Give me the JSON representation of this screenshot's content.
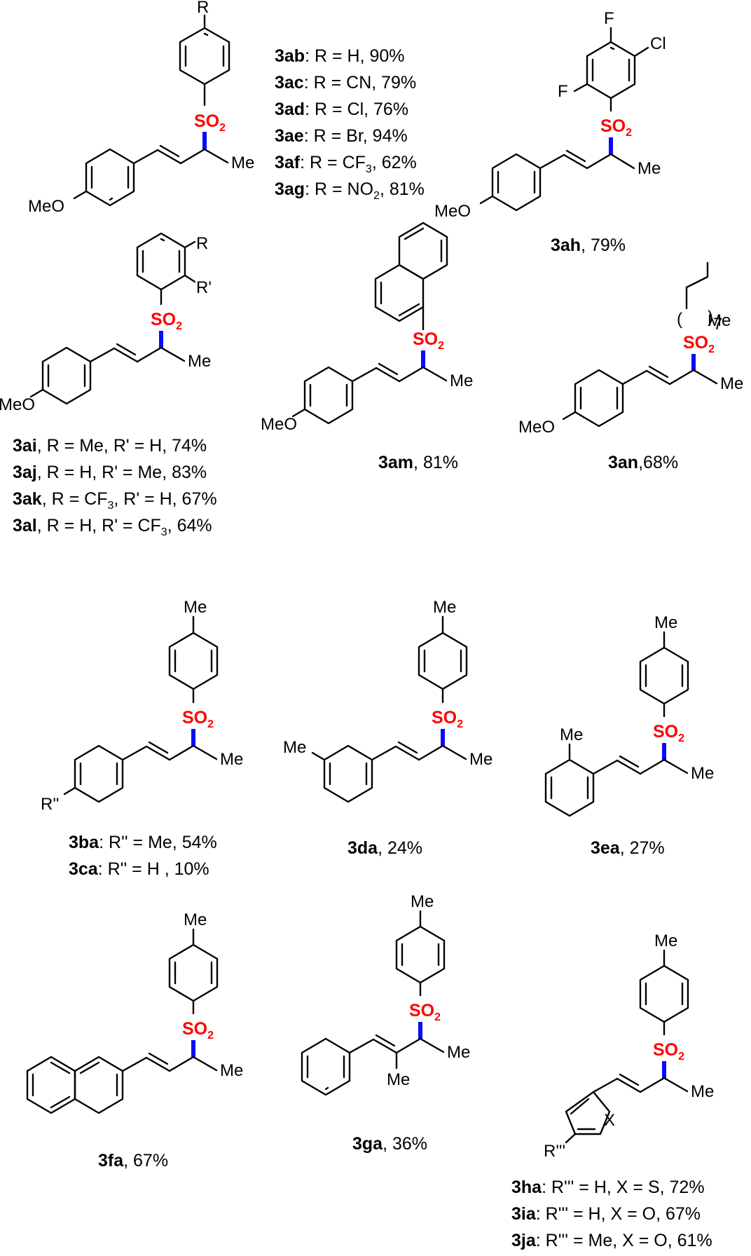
{
  "structures": [
    {
      "id": "s1",
      "sub_labels": {
        "r": "R",
        "ome": "MeO",
        "me": "Me"
      },
      "caption_lines": [
        {
          "code": "3ab",
          "text": ": R = H,   90%"
        },
        {
          "code": "3ac",
          "text": ": R = CN, 79%"
        },
        {
          "code": "3ad",
          "text": ": R = Cl,   76%"
        },
        {
          "code": "3ae",
          "text": ": R = Br,   94%"
        },
        {
          "code": "3af",
          "text_parts": [
            ":  R = CF",
            "3",
            ", 62%"
          ]
        },
        {
          "code": "3ag",
          "text_parts": [
            ": R = NO",
            "2",
            ", 81%"
          ]
        }
      ]
    },
    {
      "id": "s2",
      "sub_labels": {
        "f1": "F",
        "cl": "Cl",
        "f2": "F",
        "ome": "MeO",
        "me": "Me"
      },
      "caption": {
        "code": "3ah",
        "text": ", 79%"
      }
    },
    {
      "id": "s3",
      "sub_labels": {
        "r": "R",
        "rp": "R'",
        "ome": "MeO",
        "me": "Me"
      },
      "caption_lines": [
        {
          "code": "3ai",
          "text": ",  R = Me,  R' = H,      74%"
        },
        {
          "code": "3aj",
          "text": ",  R = H,    R' = Me,   83%"
        },
        {
          "code": "3ak",
          "text_parts": [
            ", R = CF",
            "3",
            ", R' = H,      67%"
          ]
        },
        {
          "code": "3al",
          "text_parts": [
            ",  R = H,      R' = CF",
            "3",
            ", 64%"
          ]
        }
      ]
    },
    {
      "id": "s4",
      "sub_labels": {
        "ome": "MeO",
        "me": "Me"
      },
      "caption": {
        "code": "3am",
        "text": ", 81%"
      }
    },
    {
      "id": "s5",
      "sub_labels": {
        "me_top": "Me",
        "n": "7",
        "ome": "MeO",
        "me": "Me"
      },
      "caption": {
        "code": "3an",
        "text": ",68%"
      }
    },
    {
      "id": "s6",
      "sub_labels": {
        "me_top": "Me",
        "rpp": "R''",
        "me": "Me"
      },
      "caption_lines": [
        {
          "code": "3ba",
          "text": ": R'' = Me,  54%"
        },
        {
          "code": "3ca",
          "text": ": R'' =  H ,  10%"
        }
      ]
    },
    {
      "id": "s7",
      "sub_labels": {
        "me_top": "Me",
        "me_ring": "Me",
        "me": "Me"
      },
      "caption": {
        "code": "3da",
        "text": ", 24%"
      }
    },
    {
      "id": "s8",
      "sub_labels": {
        "me_top": "Me",
        "me_ring": "Me",
        "me": "Me"
      },
      "caption": {
        "code": "3ea",
        "text": ", 27%"
      }
    },
    {
      "id": "s9",
      "sub_labels": {
        "me_top": "Me",
        "me": "Me"
      },
      "caption": {
        "code": "3fa",
        "text": ", 67%"
      }
    },
    {
      "id": "s10",
      "sub_labels": {
        "me_top": "Me",
        "me_alkene": "Me",
        "me": "Me"
      },
      "caption": {
        "code": "3ga",
        "text": ", 36%"
      }
    },
    {
      "id": "s11",
      "sub_labels": {
        "me_top": "Me",
        "x": "X",
        "rppp": "R'''",
        "me": "Me"
      },
      "caption_lines": [
        {
          "code": "3ha",
          "text": ":  R''' = H,    X = S, 72%"
        },
        {
          "code": "3ia",
          "text": ":  R''' = H,    X = O, 67%"
        },
        {
          "code": "3ja",
          "text": ":  R''' = Me, X = O, 61%"
        }
      ]
    }
  ],
  "so2": {
    "s": "SO",
    "sub": "2"
  },
  "colors": {
    "sulfonyl": "#ff0000",
    "new_bond": "#0a0aff",
    "ink": "#000000"
  }
}
